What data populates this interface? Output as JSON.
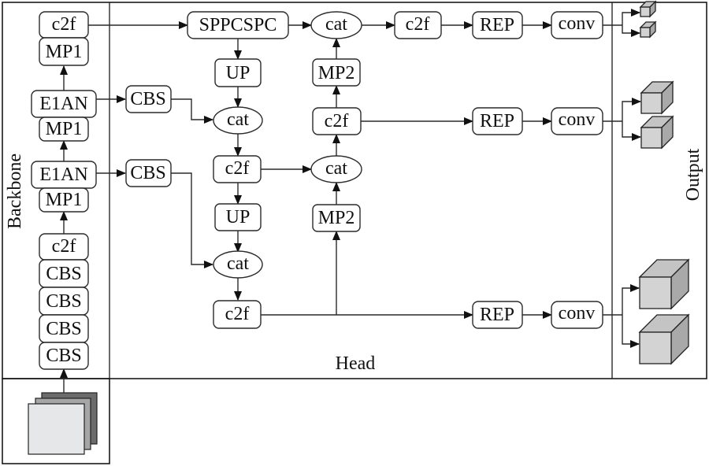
{
  "sections": {
    "backbone": "Backbone",
    "head": "Head",
    "output": "Output"
  },
  "colors": {
    "line": "#2a2a2a",
    "input_back": "#6b6b6b",
    "input_mid": "#a6a6a6",
    "input_front": "#e6e7e8",
    "cube_fill": "#d3d3d3"
  },
  "nodes": {
    "bb_c2f_top": "c2f",
    "bb_mp1_a": "MP1",
    "bb_e1an_a": "E1AN",
    "bb_mp1_b": "MP1",
    "bb_e1an_b": "E1AN",
    "bb_mp1_c": "MP1",
    "bb_c2f_bottom": "c2f",
    "bb_cbs_1": "CBS",
    "bb_cbs_2": "CBS",
    "bb_cbs_3": "CBS",
    "bb_cbs_4": "CBS",
    "hd_cbs_a": "CBS",
    "hd_cbs_b": "CBS",
    "hd_sppcspc": "SPPCSPC",
    "hd_up_a": "UP",
    "hd_cat_a": "cat",
    "hd_c2f_a": "c2f",
    "hd_up_b": "UP",
    "hd_cat_b": "cat",
    "hd_c2f_b": "c2f",
    "hd_cat_top": "cat",
    "hd_mp2_a": "MP2",
    "hd_c2f_mid": "c2f",
    "hd_cat_mid": "cat",
    "hd_mp2_b": "MP2",
    "hd_c2f_top_right": "c2f",
    "hd_rep_1": "REP",
    "hd_conv_1": "conv",
    "hd_rep_2": "REP",
    "hd_conv_2": "conv",
    "hd_rep_3": "REP",
    "hd_conv_3": "conv"
  },
  "outputs": [
    {
      "scale": "small",
      "count": 2
    },
    {
      "scale": "medium",
      "count": 2
    },
    {
      "scale": "large",
      "count": 2
    }
  ]
}
